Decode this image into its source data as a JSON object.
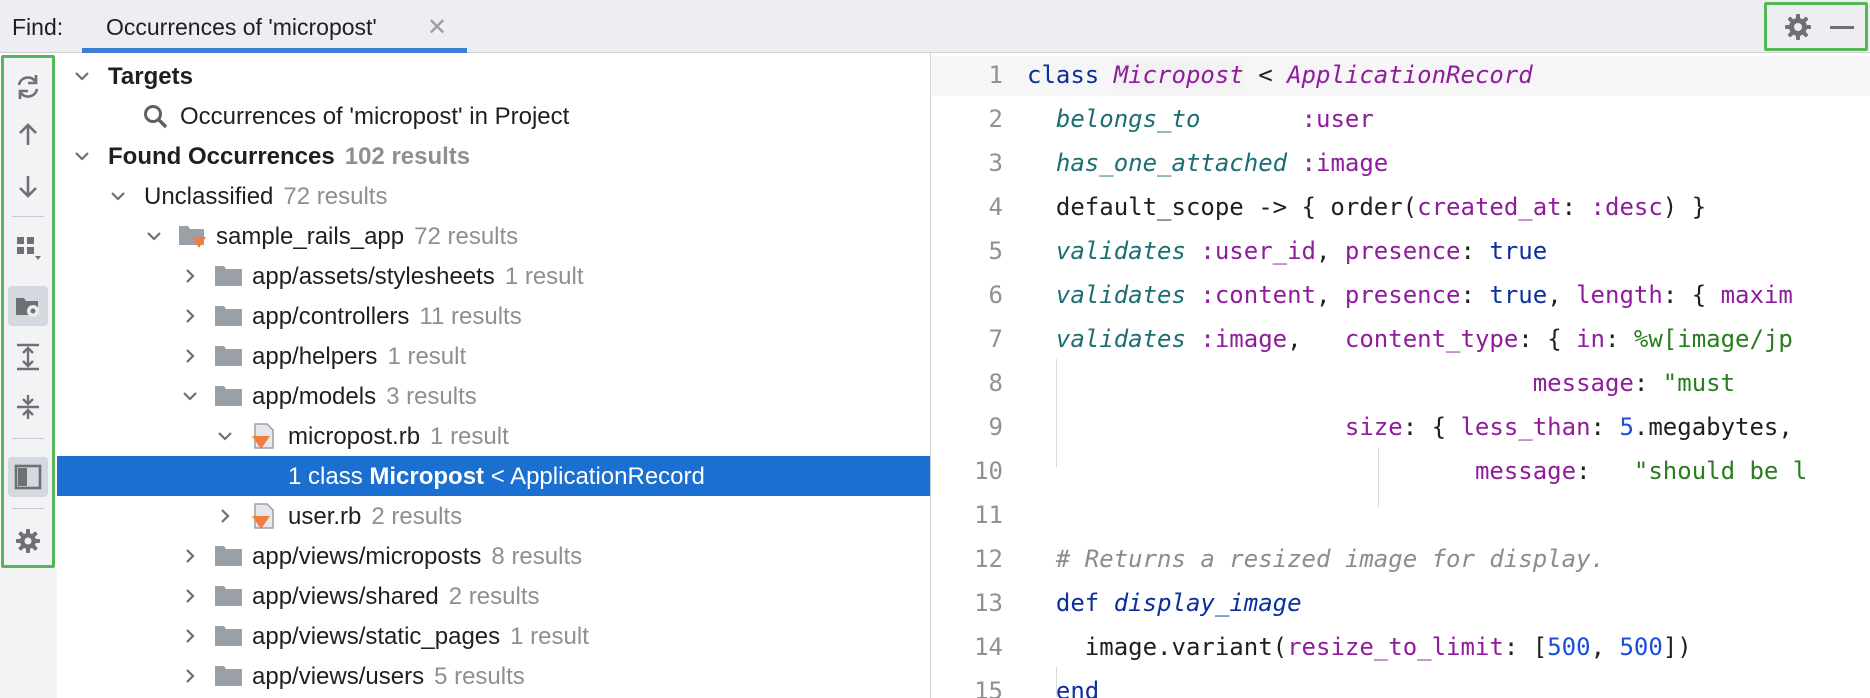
{
  "find": {
    "label": "Find:",
    "tab_title": "Occurrences of 'micropost'",
    "tab_close": "✕"
  },
  "toolbar": {
    "buttons": [
      "refresh-icon",
      "arrow-up-icon",
      "arrow-down-icon",
      "group-by-icon",
      "module-grouping-icon",
      "expand-all-icon",
      "collapse-all-icon",
      "preview-icon",
      "settings-icon"
    ]
  },
  "tree": {
    "targets_label": "Targets",
    "targets_child": "Occurrences of 'micropost' in Project",
    "found_label": "Found Occurrences",
    "found_count": "102 results",
    "unclassified_label": "Unclassified",
    "unclassified_count": "72 results",
    "project_label": "sample_rails_app",
    "project_count": "72 results",
    "folders": [
      {
        "label": "app/assets/stylesheets",
        "count": "1 result"
      },
      {
        "label": "app/controllers",
        "count": "11 results"
      },
      {
        "label": "app/helpers",
        "count": "1 result"
      },
      {
        "label": "app/models",
        "count": "3 results"
      }
    ],
    "micropost_file": {
      "label": "micropost.rb",
      "count": "1 result"
    },
    "selected_line": {
      "prefix": "1 class ",
      "match": "Micropost",
      "suffix": " < ApplicationRecord"
    },
    "user_file": {
      "label": "user.rb",
      "count": "2 results"
    },
    "more_folders": [
      {
        "label": "app/views/microposts",
        "count": "8 results"
      },
      {
        "label": "app/views/shared",
        "count": "2 results"
      },
      {
        "label": "app/views/static_pages",
        "count": "1 result"
      },
      {
        "label": "app/views/users",
        "count": "5 results"
      }
    ]
  },
  "editor": {
    "line_numbers": [
      "1",
      "2",
      "3",
      "4",
      "5",
      "6",
      "7",
      "8",
      "9",
      "10",
      "11",
      "12",
      "13",
      "14",
      "15"
    ]
  },
  "colors": {
    "accent": "#1a6fd0",
    "highlight_border": "#58b65a",
    "folder": "#9aa0a8",
    "ruby_orange": "#f07d3a"
  }
}
